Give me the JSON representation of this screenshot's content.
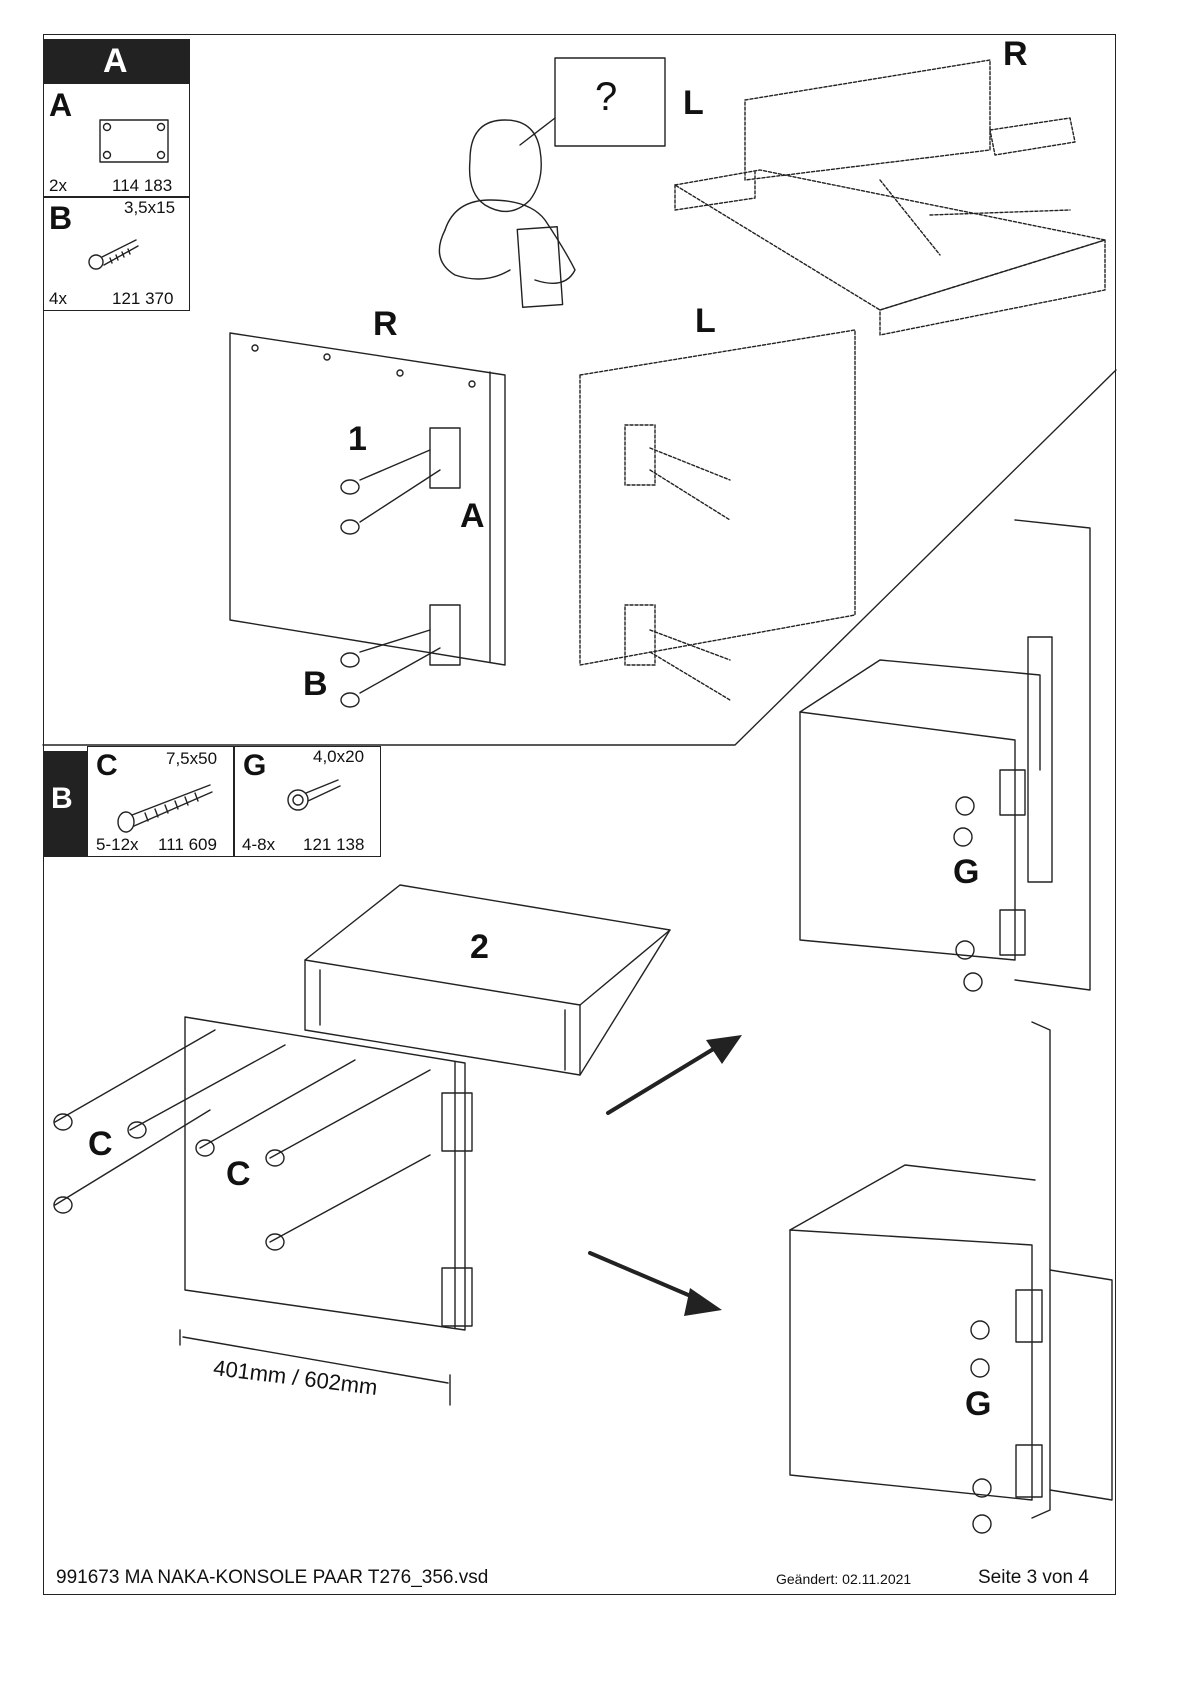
{
  "section_a": {
    "header": "A",
    "part_a": {
      "letter": "A",
      "qty": "2x",
      "number": "114 183"
    },
    "part_b": {
      "letter": "B",
      "size": "3,5x15",
      "qty": "4x",
      "number": "121 370"
    }
  },
  "section_b": {
    "header": "B",
    "part_c": {
      "letter": "C",
      "size": "7,5x50",
      "qty": "5-12x",
      "number": "111 609"
    },
    "part_g": {
      "letter": "G",
      "size": "4,0x20",
      "qty": "4-8x",
      "number": "121 138"
    }
  },
  "illustration": {
    "question_mark": "?",
    "bed_left": "L",
    "bed_right": "R",
    "panel_right": "R",
    "panel_left": "L",
    "step1": "1",
    "callout_a": "A",
    "callout_b": "B",
    "step2": "2",
    "callout_c1": "C",
    "callout_c2": "C",
    "callout_g1": "G",
    "callout_g2": "G",
    "dimension": "401mm / 602mm"
  },
  "footer": {
    "doc_name": "991673 MA NAKA-KONSOLE PAAR T276_356.vsd",
    "changed": "Geändert: 02.11.2021",
    "page": "Seite 3 von 4"
  }
}
